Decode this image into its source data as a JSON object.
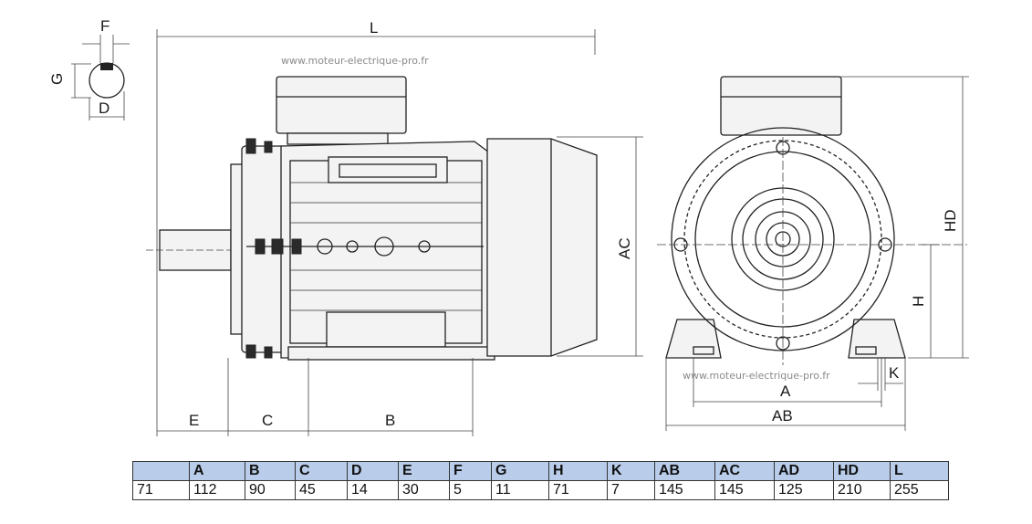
{
  "watermarks": [
    "www.moteur-electrique-pro.fr",
    "www.moteur-electrique-pro.fr"
  ],
  "labels": {
    "F": "F",
    "G": "G",
    "D": "D",
    "L": "L",
    "AC": "AC",
    "HD": "HD",
    "H": "H",
    "K": "K",
    "A": "A",
    "AB": "AB",
    "E": "E",
    "C": "C",
    "B": "B"
  },
  "table": {
    "headers": [
      "",
      "A",
      "B",
      "C",
      "D",
      "E",
      "F",
      "G",
      "H",
      "K",
      "AB",
      "AC",
      "AD",
      "HD",
      "L"
    ],
    "values": [
      "71",
      "112",
      "90",
      "45",
      "14",
      "30",
      "5",
      "11",
      "71",
      "7",
      "145",
      "145",
      "125",
      "210",
      "255"
    ]
  },
  "colors": {
    "header_bg": "#b9cdea",
    "line": "#222222",
    "watermark": "#8a8a8a"
  }
}
